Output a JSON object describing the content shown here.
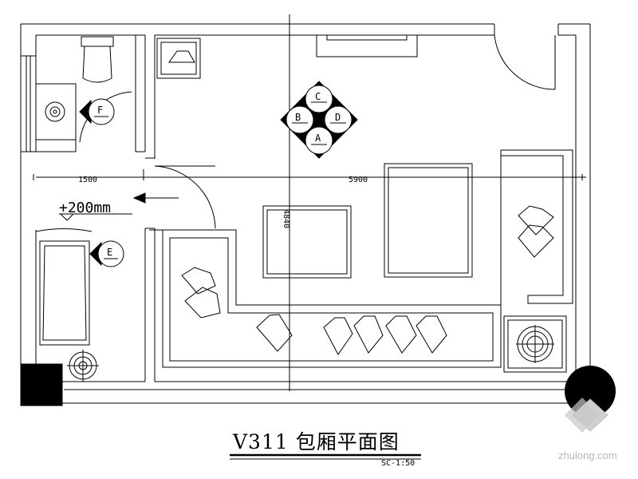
{
  "title": "V311 包厢平面图",
  "scale": "SC-1:50",
  "watermark": "zhulong.com",
  "dimensions": {
    "width_left": "1500",
    "width_right": "5900",
    "height": "4840"
  },
  "level_mark": "+200mm",
  "markers": {
    "diamond": [
      "C",
      "B",
      "D",
      "A"
    ],
    "f": "F",
    "e": "E"
  },
  "colors": {
    "line": "#000000",
    "background": "#ffffff",
    "watermark": "#b8b8b8"
  }
}
